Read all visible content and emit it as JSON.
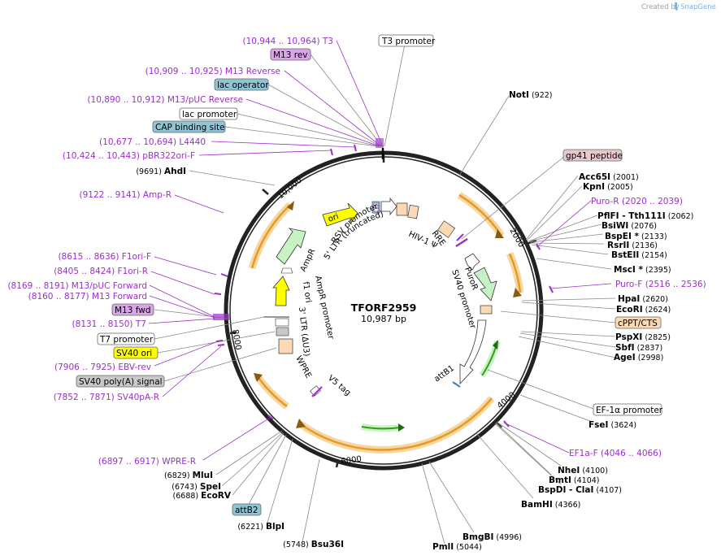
{
  "credit": "Created by",
  "credit_brand": "SnapGene",
  "plasmid": {
    "name": "TFORF2959",
    "length": "10,987 bp"
  },
  "ticks": [
    "10,000",
    "2000",
    "4000",
    "6000",
    "8000"
  ],
  "boxed_labels": {
    "t3_promoter": "T3 promoter",
    "m13_rev": "M13 rev",
    "lac_operator": "lac operator",
    "lac_promoter": "lac promoter",
    "cap_site": "CAP binding site",
    "gp41": "gp41 peptide",
    "cppt": "cPPT/CTS",
    "m13_fwd": "M13 fwd",
    "t7_promoter": "T7 promoter",
    "sv40_ori": "SV40 ori",
    "sv40_polya": "SV40 poly(A) signal",
    "ef1a_promoter": "EF-1α promoter",
    "attb2": "attB2"
  },
  "primers": {
    "t3": {
      "range": "(10,944 .. 10,964)",
      "name": "T3"
    },
    "m13_reverse": {
      "range": "(10,909 .. 10,925)",
      "name": "M13 Reverse"
    },
    "m13_puc_reverse": {
      "range": "(10,890 .. 10,912)",
      "name": "M13/pUC Reverse"
    },
    "l4440": {
      "range": "(10,677 .. 10,694)",
      "name": "L4440"
    },
    "pbr322": {
      "range": "(10,424 .. 10,443)",
      "name": "pBR322ori-F"
    },
    "ampr": {
      "range": "(9122 .. 9141)",
      "name": "Amp-R"
    },
    "f1ori_f": {
      "range": "(8615 .. 8636)",
      "name": "F1ori-F"
    },
    "f1ori_r": {
      "range": "(8405 .. 8424)",
      "name": "F1ori-R"
    },
    "m13_puc_forward": {
      "range": "(8169 .. 8191)",
      "name": "M13/pUC Forward"
    },
    "m13_forward": {
      "range": "(8160 .. 8177)",
      "name": "M13 Forward"
    },
    "t7": {
      "range": "(8131 .. 8150)",
      "name": "T7"
    },
    "ebv_rev": {
      "range": "(7906 .. 7925)",
      "name": "EBV-rev"
    },
    "sv40pa_r": {
      "range": "(7852 .. 7871)",
      "name": "SV40pA-R"
    },
    "wpre_r": {
      "range": "(6897 .. 6917)",
      "name": "WPRE-R"
    },
    "puro_r": {
      "name": "Puro-R",
      "range": "(2020 .. 2039)"
    },
    "puro_f": {
      "name": "Puro-F",
      "range": "(2516 .. 2536)"
    },
    "ef1a_f": {
      "name": "EF1a-F",
      "range": "(4046 .. 4066)"
    }
  },
  "sites": {
    "ahdi": {
      "pos": "(9691)",
      "name": "AhdI"
    },
    "noti": {
      "name": "NotI",
      "pos": "(922)"
    },
    "acc65i": {
      "name": "Acc65I",
      "pos": "(2001)"
    },
    "kpni": {
      "name": "KpnI",
      "pos": "(2005)"
    },
    "pflfi": {
      "name": "PflFI",
      "extra": " - Tth111I",
      "pos": "(2062)"
    },
    "bsiwi": {
      "name": "BsiWI",
      "pos": "(2076)"
    },
    "bspei": {
      "name": "BspEI *",
      "pos": "(2133)"
    },
    "rsrii": {
      "name": "RsrII",
      "pos": "(2136)"
    },
    "bsteii": {
      "name": "BstEII",
      "pos": "(2154)"
    },
    "msci": {
      "name": "MscI *",
      "pos": "(2395)"
    },
    "hpai": {
      "name": "HpaI",
      "pos": "(2620)"
    },
    "ecori": {
      "name": "EcoRI",
      "pos": "(2624)"
    },
    "pspxi": {
      "name": "PspXI",
      "pos": "(2825)"
    },
    "sbfi": {
      "name": "SbfI",
      "pos": "(2837)"
    },
    "agei": {
      "name": "AgeI",
      "pos": "(2998)"
    },
    "fsei": {
      "name": "FseI",
      "pos": "(3624)"
    },
    "nhei": {
      "name": "NheI",
      "pos": "(4100)"
    },
    "bmti": {
      "name": "BmtI",
      "pos": "(4104)"
    },
    "bspdi": {
      "name": "BspDI",
      "extra": " - ClaI",
      "pos": "(4107)"
    },
    "bamhi": {
      "name": "BamHI",
      "pos": "(4366)"
    },
    "bmgbi": {
      "name": "BmgBI",
      "pos": "(4996)"
    },
    "pmli": {
      "name": "PmlI",
      "pos": "(5044)"
    },
    "bsu36i": {
      "pos": "(5748)",
      "name": "Bsu36I"
    },
    "blpi": {
      "pos": "(6221)",
      "name": "BlpI"
    },
    "mlui": {
      "pos": "(6829)",
      "name": "MluI"
    },
    "spei": {
      "pos": "(6743)",
      "name": "SpeI"
    },
    "ecorv": {
      "pos": "(6688)",
      "name": "EcoRV"
    }
  },
  "features": {
    "ori": "ori",
    "rsv_promoter": "RSV promoter",
    "ltr5": "5' LTR (truncated)",
    "hiv_psi": "HIV-1 Ψ",
    "rre": "RRE",
    "puror": "PuroR",
    "sv40_promoter": "SV40 promoter",
    "attb1": "attB1",
    "ampr": "AmpR",
    "ampr_promoter": "AmpR promoter",
    "f1_ori": "f1 ori",
    "ltr3": "3' LTR (ΔU3)",
    "wpre": "WPRE",
    "v5_tag": "V5 tag"
  },
  "colors": {
    "primer": "#9a30c8",
    "orf": "#e69a28",
    "orf_glow": "#f6d79f",
    "yellow_feature": "#ffff00",
    "green_feature": "#c7f3c4",
    "ltr_feature": "#fbd9b5",
    "grey_box": "#c8c8c8",
    "blue_box": "#8ec5d6",
    "purple_box": "#d9a5e8"
  }
}
